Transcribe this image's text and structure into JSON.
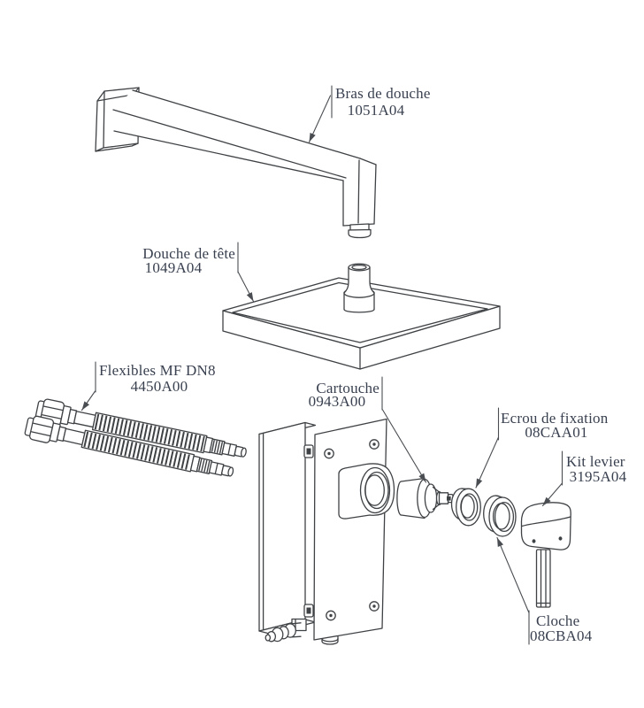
{
  "diagram": {
    "type": "exploded-parts-diagram",
    "parts": [
      {
        "id": "shower-arm",
        "name": "Bras de douche",
        "ref": "1051A04"
      },
      {
        "id": "shower-head",
        "name": "Douche de tête",
        "ref": "1049A04"
      },
      {
        "id": "hoses",
        "name": "Flexibles MF DN8",
        "ref": "4450A00"
      },
      {
        "id": "cartridge",
        "name": "Cartouche",
        "ref": "0943A00"
      },
      {
        "id": "fixing-nut",
        "name": "Ecrou de fixation",
        "ref": "08CAA01"
      },
      {
        "id": "lever-kit",
        "name": "Kit levier",
        "ref": "3195A04"
      },
      {
        "id": "bell-cover",
        "name": "Cloche",
        "ref": "08CBA04"
      }
    ],
    "colors": {
      "line": "#3f4245",
      "label_text": "#39404f",
      "background": "#ffffff"
    }
  }
}
